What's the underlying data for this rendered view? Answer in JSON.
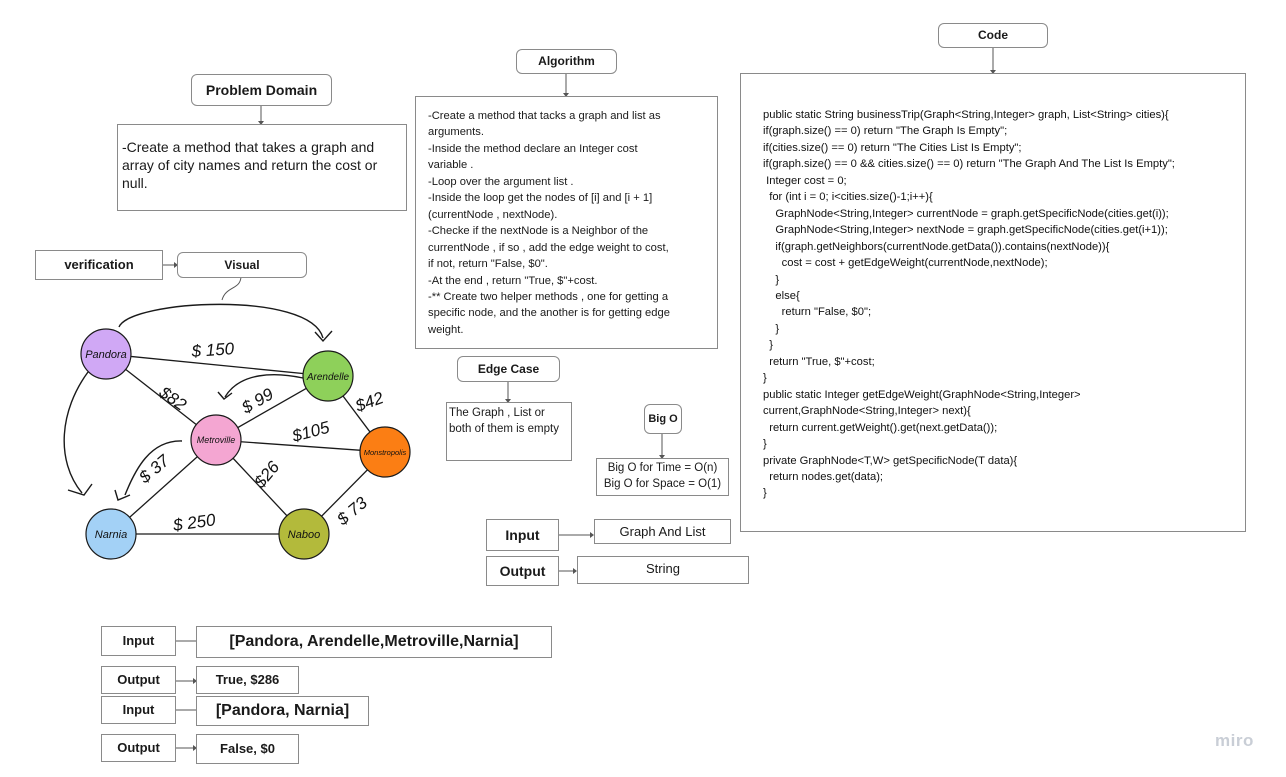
{
  "problem": {
    "title": "Problem Domain",
    "text": "-Create a method that takes a graph and array of city names and  return the cost or null."
  },
  "algorithm": {
    "title": "Algorithm",
    "lines": [
      "-Create a method that tacks a graph and list as",
      "arguments.",
      "-Inside the method declare an Integer cost",
      "variable .",
      "-Loop over the argument list .",
      "-Inside the loop get the nodes of [i] and [i + 1]",
      "(currentNode , nextNode).",
      "-Checke if the nextNode is a Neighbor of the",
      "currentNode , if so , add the edge weight to cost,",
      "if not, return \"False, $0\".",
      "-At the end , return \"True, $\"+cost.",
      "-** Create two helper methods , one for getting a",
      "specific node, and the another is for getting edge",
      "weight."
    ]
  },
  "code": {
    "title": "Code",
    "lines": [
      "public static String businessTrip(Graph<String,Integer> graph, List<String> cities){",
      "if(graph.size() == 0) return \"The Graph Is Empty\";",
      "if(cities.size() == 0) return \"The Cities List Is Empty\";",
      "if(graph.size() == 0 && cities.size() == 0) return \"The Graph And The List Is Empty\";",
      " Integer cost = 0;",
      "  for (int i = 0; i<cities.size()-1;i++){",
      "    GraphNode<String,Integer> currentNode = graph.getSpecificNode(cities.get(i));",
      "    GraphNode<String,Integer> nextNode = graph.getSpecificNode(cities.get(i+1));",
      "    if(graph.getNeighbors(currentNode.getData()).contains(nextNode)){",
      "      cost = cost + getEdgeWeight(currentNode,nextNode);",
      "    }",
      "    else{",
      "      return \"False, $0\";",
      "    }",
      "  }",
      "  return \"True, $\"+cost;",
      "}",
      "public static Integer getEdgeWeight(GraphNode<String,Integer>",
      "current,GraphNode<String,Integer> next){",
      "  return current.getWeight().get(next.getData());",
      "}",
      "private GraphNode<T,W> getSpecificNode(T data){",
      "  return nodes.get(data);",
      "}"
    ]
  },
  "verification": {
    "label": "verification",
    "visual": "Visual"
  },
  "edge_case": {
    "title": "Edge Case",
    "text": "The Graph , List or both of them is empty"
  },
  "big_o": {
    "title": "Big O",
    "time": "Big O for Time = O(n)",
    "space": "Big O for Space = O(1)"
  },
  "io_top": {
    "input_label": "Input",
    "input_value": "Graph And List",
    "output_label": "Output",
    "output_value": "String"
  },
  "examples": [
    {
      "input_label": "Input",
      "input": "[Pandora, Arendelle,Metroville,Narnia]",
      "output_label": "Output",
      "output": "True, $286"
    },
    {
      "input_label": "Input",
      "input": "[Pandora, Narnia]",
      "output_label": "Output",
      "output": "False, $0"
    }
  ],
  "graph": {
    "nodes": [
      {
        "name": "Pandora",
        "color": "#d0a8f5"
      },
      {
        "name": "Arendelle",
        "color": "#8ed05a"
      },
      {
        "name": "Metroville",
        "color": "#f4a6d2"
      },
      {
        "name": "Monstropolis",
        "color": "#fb7e14"
      },
      {
        "name": "Narnia",
        "color": "#a3d1f6"
      },
      {
        "name": "Naboo",
        "color": "#b3ba3b"
      }
    ],
    "edge_labels": [
      "$ 150",
      "$82",
      "$ 99",
      "$42",
      "$105",
      "$ 37",
      "$26",
      "$ 73",
      "$ 250"
    ]
  },
  "watermark": "miro"
}
